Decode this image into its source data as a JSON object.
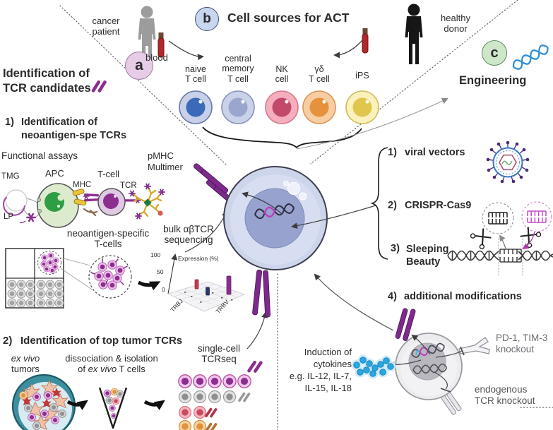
{
  "colors": {
    "tcr_purple": "#8b2f8f",
    "badge_a": "#e7cce7",
    "badge_b": "#c9d6f0",
    "badge_c": "#cde7c8",
    "tumor_teal": "#3d8f9e",
    "cytokine_blue": "#2aa7e0",
    "dna_blue": "#2f8fd8",
    "apc_green": "#2e9e44"
  },
  "icons": {
    "scissors": "scissors",
    "virus": "viral-particle",
    "dna": "dna-helix",
    "person": "human-silhouette",
    "vial": "blood-vial",
    "tcr": "tcr-double-bar"
  },
  "panel_b": {
    "badge": "b",
    "title": "Cell sources for ACT",
    "cancer_patient": [
      "cancer",
      "patient"
    ],
    "blood": "blood",
    "healthy_donor": [
      "healthy",
      "donor"
    ],
    "cell_labels": [
      [
        "naive",
        "T cell"
      ],
      [
        "central",
        "memory",
        "T cell"
      ],
      [
        "NK",
        "cell"
      ],
      [
        "γδ",
        "T cell"
      ],
      [
        "iPS"
      ]
    ]
  },
  "panel_a": {
    "badge": "a",
    "title": [
      "Identification of",
      "TCR candidates"
    ],
    "step1_num": "1)",
    "step1_title": [
      "Identification of",
      "neoantigen-spe TCRs"
    ],
    "functional_assays": "Functional assays",
    "labels": {
      "tmg": "TMG",
      "apc": "APC",
      "mhc": "MHC",
      "t_cell": "T-cell",
      "tcr": "TCR",
      "lp": "LP",
      "pmhc": [
        "pMHC",
        "Multimer"
      ]
    },
    "neoantigen_specific": [
      "neoantigen-specific",
      "T-cells"
    ],
    "bulk_seq": [
      "bulk αβTCR",
      "sequencing"
    ],
    "chart": {
      "type": "bar",
      "ylabel": "Expression (%)",
      "ylim": [
        0,
        100
      ],
      "yticks": [
        "100",
        "50",
        "0"
      ],
      "axis_labels": [
        "TRBJ",
        "TRBV"
      ],
      "series": [
        {
          "name": "clone-red",
          "color": "#c23a50",
          "value": 25
        },
        {
          "name": "clone-navy",
          "color": "#2a3570",
          "value": 15
        },
        {
          "name": "clone-purple",
          "color": "#8b2f8f",
          "value": 48
        }
      ]
    },
    "step2_num": "2)",
    "step2_title": "Identification of top tumor TCRs",
    "ex_vivo": {
      "line1": "ex vivo",
      "line2": "tumors"
    },
    "dissociation": {
      "line1": "dissociation & isolation",
      "line2_pre": "of ",
      "line2_italic": "ex vivo",
      "line2_post": " T cells"
    },
    "single_cell": [
      "single-cell",
      "TCRseq"
    ]
  },
  "panel_c": {
    "badge": "c",
    "title": "Engineering",
    "methods": [
      {
        "num": "1)",
        "lines": [
          "viral vectors"
        ]
      },
      {
        "num": "2)",
        "lines": [
          "CRISPR-Cas9"
        ]
      },
      {
        "num": "3)",
        "lines": [
          "Sleeping",
          "Beauty"
        ]
      },
      {
        "num": "4)",
        "lines": [
          "additional modifications"
        ]
      }
    ],
    "pd1_tim3": [
      "PD-1, TIM-3",
      "knockout"
    ],
    "endogenous": [
      "endogenous",
      "TCR knockout"
    ],
    "cytokines": [
      "Induction of",
      "cytokines",
      "e.g. IL-12, IL-7,",
      "IL-15, IL-18"
    ]
  }
}
